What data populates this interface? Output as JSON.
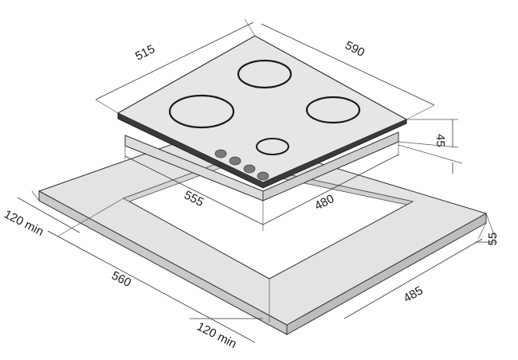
{
  "diagram": {
    "dimensions": {
      "hob_depth": "515",
      "hob_width": "590",
      "hob_height": "45",
      "cutout_width": "555",
      "cutout_depth": "480",
      "worktop_depth": "55",
      "cabinet_width": "560",
      "cabinet_depth": "485",
      "clearance_left": "120 min",
      "clearance_front": "120 min"
    },
    "colors": {
      "worktop_top": "#e3e3e3",
      "worktop_side": "#c9c9c9",
      "hob_glass": "#e6e6e6",
      "hob_frame": "#3a3a3a",
      "knob": "#7a7a7a",
      "cutout": "#ffffff",
      "line": "#333333"
    }
  }
}
